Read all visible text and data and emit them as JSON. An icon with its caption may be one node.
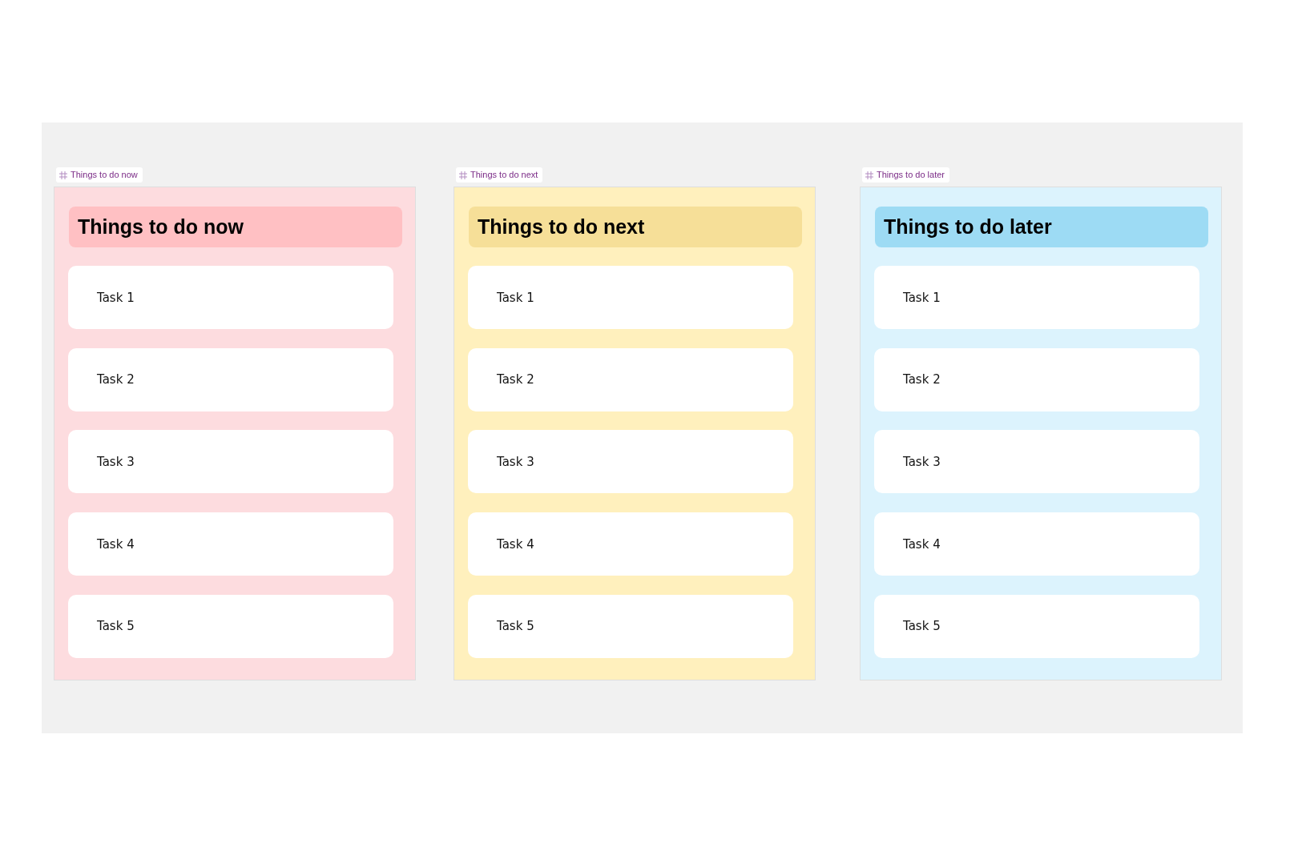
{
  "diagram": {
    "nodes": [
      {
        "text": [
          "Things to do now"
        ]
      },
      {
        "text": [
          "Things to do now"
        ],
        "in": 0
      },
      {
        "text": [
          "Task 1"
        ],
        "in": 0
      },
      {
        "text": [
          "Task 2"
        ],
        "in": 0
      },
      {
        "text": [
          "Task 3"
        ],
        "in": 0
      },
      {
        "text": [
          "Task 4"
        ],
        "in": 0
      },
      {
        "text": [
          "Task 5"
        ],
        "in": 0
      },
      {
        "text": [
          "Things to do next"
        ]
      },
      {
        "text": [
          "Things to do next"
        ],
        "in": 7
      },
      {
        "text": [
          "Task 1"
        ],
        "in": 7
      },
      {
        "text": [
          "Task 2"
        ],
        "in": 7
      },
      {
        "text": [
          "Task 3"
        ],
        "in": 7
      },
      {
        "text": [
          "Task 4"
        ],
        "in": 7
      },
      {
        "text": [
          "Task 5"
        ],
        "in": 7
      },
      {
        "text": [
          "Things to do later"
        ]
      },
      {
        "text": [
          "Things to do later"
        ],
        "in": 14
      },
      {
        "text": [
          "Task 1"
        ],
        "in": 14
      },
      {
        "text": [
          "Task 2"
        ],
        "in": 14
      },
      {
        "text": [
          "Task 3"
        ],
        "in": 14
      },
      {
        "text": [
          "Task 4"
        ],
        "in": 14
      },
      {
        "text": [
          "Task 5"
        ],
        "in": 14
      }
    ]
  }
}
